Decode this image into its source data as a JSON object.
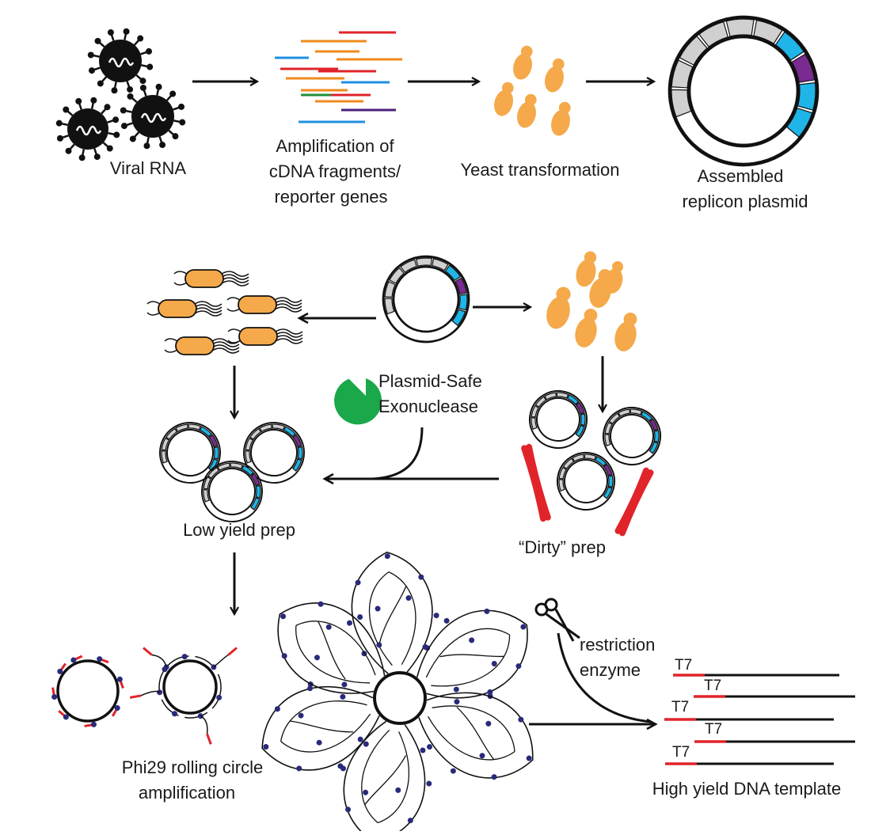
{
  "labels": {
    "viral_rna": "Viral RNA",
    "amplification": [
      "Amplification of",
      "cDNA fragments/",
      "reporter genes"
    ],
    "yeast_transformation": "Yeast transformation",
    "assembled": [
      "Assembled",
      "replicon plasmid"
    ],
    "plasmid_safe": [
      "Plasmid-Safe",
      "Exonuclease"
    ],
    "low_yield": "Low yield prep",
    "dirty_prep": "“Dirty” prep",
    "phi29": [
      "Phi29 rolling circle",
      "amplification"
    ],
    "restriction": [
      "restriction",
      "enzyme"
    ],
    "t7": "T7",
    "high_yield": "High yield DNA template"
  },
  "colors": {
    "ink": "#111111",
    "yeast": "#f5a94a",
    "bacteria": "#f5a94a",
    "plasmid_gray": "#d0d0d0",
    "plasmid_cyan": "#1fb5e8",
    "plasmid_purple": "#7a2b91",
    "exonuclease": "#1aa84a",
    "chromosome": "#e0242a",
    "primer_red": "#e0242a",
    "dot_blue": "#2a2a7a",
    "fragment_orange": "#f08a1c",
    "fragment_red": "#e0242a",
    "fragment_blue": "#1f8fe0",
    "fragment_green": "#1f8f3a",
    "fragment_purple": "#4a1f7a"
  },
  "icons": [
    "virus-icon",
    "dna-fragment-icon",
    "yeast-cell-icon",
    "plasmid-icon",
    "bacteria-icon",
    "exonuclease-icon",
    "chromosome-icon",
    "scissors-icon",
    "rolling-circle-icon"
  ]
}
